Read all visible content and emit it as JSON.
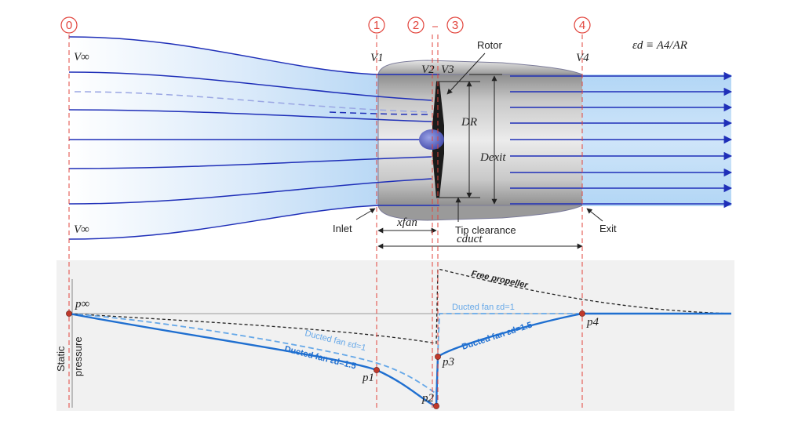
{
  "stations": [
    "0",
    "1",
    "2",
    "3",
    "4"
  ],
  "velocity_labels": {
    "v_inf_top": "V∞",
    "v_inf_bottom": "V∞",
    "v1": "V1",
    "v2": "V2",
    "v3": "V3",
    "v4": "V4"
  },
  "equation": "εd ≡ A4/AR",
  "labels": {
    "rotor": "Rotor",
    "inlet": "Inlet",
    "exit": "Exit",
    "tip_clearance": "Tip clearance",
    "x_fan": "xfan",
    "c_duct": "cduct",
    "d_rotor": "DR",
    "d_exit": "Dexit",
    "y_axis": [
      "Static",
      "pressure"
    ]
  },
  "pressure_labels": {
    "p_inf": "p∞",
    "p1": "p1",
    "p2": "p2",
    "p3": "p3",
    "p4": "p4"
  },
  "curve_labels": {
    "free_propeller": "Free propeller",
    "ducted_eps1_upper": "Ducted fan εd=1",
    "ducted_eps1_lower": "Ducted fan εd=1",
    "ducted_eps15_upper": "Ducted fan εd=1.5",
    "ducted_eps15_lower": "Ducted fan εd=1.5"
  },
  "colors": {
    "station_line": "#e2443c",
    "streamline": "#1f2fb8",
    "ducted_eps15": "#1f6fd0",
    "ducted_eps1": "#66a8e8",
    "free_propeller": "#222222",
    "pressure_point": "#c0392b",
    "panel_bg": "#f1f1f1"
  }
}
